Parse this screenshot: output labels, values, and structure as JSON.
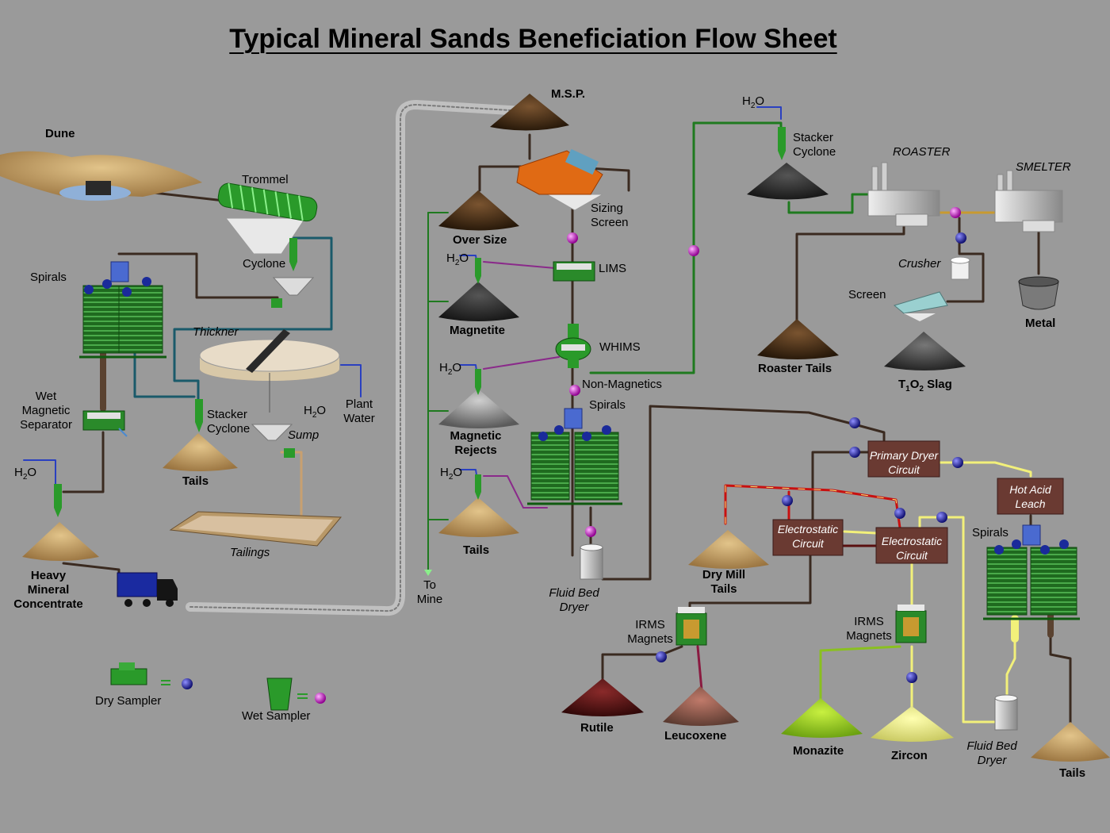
{
  "title": "Typical Mineral Sands Beneficiation Flow Sheet",
  "labels": {
    "dune": "Dune",
    "trommel": "Trommel",
    "cyclone": "Cyclone",
    "spirals_left": "Spirals",
    "thickner": "Thickner",
    "wet_magnetic_separator": [
      "Wet",
      "Magnetic",
      "Separator"
    ],
    "stacker_cyclone_left": [
      "Stacker",
      "Cyclone"
    ],
    "h2o": "H",
    "h2o_sub": "2",
    "h2o_tail": "O",
    "sump": "Sump",
    "plant_water": [
      "Plant",
      "Water"
    ],
    "tails_left": "Tails",
    "tailings": "Tailings",
    "heavy_mineral_concentrate": [
      "Heavy",
      "Mineral",
      "Concentrate"
    ],
    "dry_sampler": "Dry Sampler",
    "wet_sampler": "Wet Sampler",
    "msp": "M.S.P.",
    "over_size": "Over Size",
    "sizing_screen": [
      "Sizing",
      "Screen"
    ],
    "lims": "LIMS",
    "magnetite": "Magnetite",
    "whims": "WHIMS",
    "non_magnetics": "Non-Magnetics",
    "magnetic_rejects": [
      "Magnetic",
      "Rejects"
    ],
    "spirals_mid": "Spirals",
    "tails_mid": "Tails",
    "to_mine": [
      "To",
      "Mine"
    ],
    "fluid_bed_dryer_mid": [
      "Fluid Bed",
      "Dryer"
    ],
    "stacker_cyclone_right": [
      "Stacker",
      "Cyclone"
    ],
    "roaster": "ROASTER",
    "smelter": "SMELTER",
    "crusher": "Crusher",
    "screen_right": "Screen",
    "metal": "Metal",
    "roaster_tails": "Roaster Tails",
    "tio2_slag": [
      "T",
      "1",
      "O",
      "2",
      " Slag"
    ],
    "primary_dryer_circuit": [
      "Primary Dryer",
      "Circuit"
    ],
    "hot_acid_leach": [
      "Hot Acid",
      "Leach"
    ],
    "electrostatic_circuit_1": [
      "Electrostatic",
      "Circuit"
    ],
    "electrostatic_circuit_2": [
      "Electrostatic",
      "Circuit"
    ],
    "dry_mill_tails": [
      "Dry Mill",
      "Tails"
    ],
    "spirals_right": "Spirals",
    "irms_magnets_1": [
      "IRMS",
      "Magnets"
    ],
    "irms_magnets_2": [
      "IRMS",
      "Magnets"
    ],
    "rutile": "Rutile",
    "leucoxene": "Leucoxene",
    "monazite": "Monazite",
    "zircon": "Zircon",
    "fluid_bed_dryer_right": [
      "Fluid Bed",
      "Dryer"
    ],
    "tails_right": "Tails"
  },
  "colors": {
    "background": "#9a9a9a",
    "pipe_dark": "#3a2a20",
    "pipe_green": "#1f7a1f",
    "pipe_teal": "#1a5a6a",
    "pipe_yellow": "#f2f07a",
    "pipe_red": "#c81010",
    "pipe_purple": "#8a2a8a",
    "pipe_blue": "#2a40c0",
    "sand": "#c8a060",
    "dark_sand": "#4a3420",
    "black_pile": "#2a2a2a",
    "circuit_box": "#6a3a32",
    "sampler_wet": "#c020c0",
    "sampler_dry": "#2020a0"
  },
  "icons": [
    "dune-icon",
    "trommel-icon",
    "cyclone-icon",
    "spiral-bank-icon",
    "thickener-icon",
    "magnetic-separator-icon",
    "stockpile-icon",
    "truck-icon",
    "screen-icon",
    "roaster-icon",
    "smelter-icon",
    "crusher-icon",
    "ladle-icon",
    "dryer-icon",
    "magnet-icon",
    "sampler-icon"
  ]
}
